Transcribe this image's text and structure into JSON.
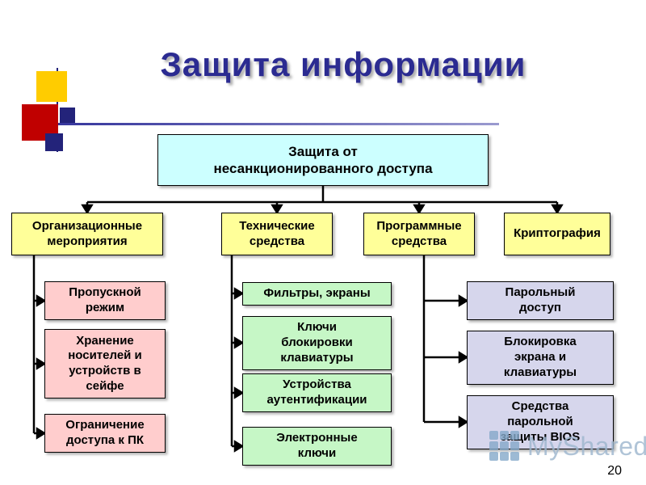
{
  "slide": {
    "title": "Защита информации",
    "page_number": "20",
    "watermark_text": "MyShared"
  },
  "tree": {
    "root": {
      "label": "Защита от\nнесанкционированного доступа"
    },
    "branches": [
      {
        "label": "Организационные\nмероприятия",
        "children": [
          {
            "label": "Пропускной\nрежим"
          },
          {
            "label": "Хранение\nносителей и\nустройств в\nсейфе"
          },
          {
            "label": "Ограничение\nдоступа к ПК"
          }
        ]
      },
      {
        "label": "Технические\nсредства",
        "children": [
          {
            "label": "Фильтры, экраны"
          },
          {
            "label": "Ключи\nблокировки\nклавиатуры"
          },
          {
            "label": "Устройства\nаутентификации"
          },
          {
            "label": "Электронные\nключи"
          }
        ]
      },
      {
        "label": "Программные\nсредства",
        "children": [
          {
            "label": "Парольный\nдоступ"
          },
          {
            "label": "Блокировка\nэкрана и\nклавиатуры"
          },
          {
            "label": "Средства\nпарольной\nзащиты BIOS"
          }
        ]
      },
      {
        "label": "Криптография",
        "children": []
      }
    ]
  },
  "colors": {
    "title_text": "#2b2b91",
    "root_box": "#ccffff",
    "branch_box": "#ffff99",
    "organizational_child_box": "#ffcdcd",
    "technical_child_box": "#c6f7c6",
    "software_child_box": "#d6d6ec",
    "connector_line": "#000000",
    "decor_yellow": "#ffcc00",
    "decor_red": "#c00000",
    "decor_navy": "#23237a",
    "watermark_blue": "#9db6ce"
  }
}
